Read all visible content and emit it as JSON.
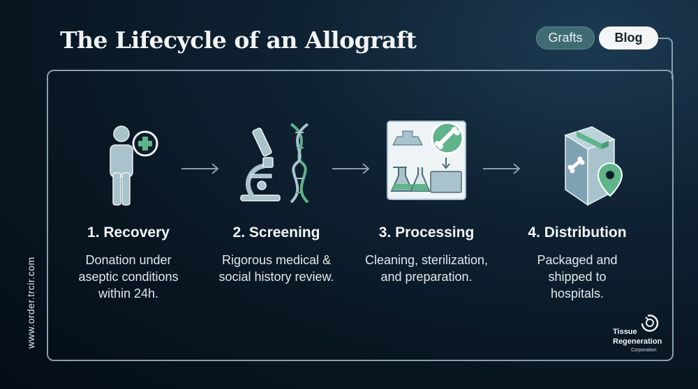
{
  "title": "The Lifecycle of an Allograft",
  "nav": {
    "grafts": "Grafts",
    "blog": "Blog"
  },
  "side_url": "www.order.trcir.com",
  "steps": [
    {
      "heading": "1. Recovery",
      "desc": "Donation under aseptic conditions within 24h.",
      "icon": "person-plus-icon"
    },
    {
      "heading": "2. Screening",
      "desc": "Rigorous medical & social history review.",
      "icon": "microscope-dna-icon"
    },
    {
      "heading": "3. Processing",
      "desc": "Cleaning, sterilization, and preparation.",
      "icon": "lab-bone-icon"
    },
    {
      "heading": "4. Distribution",
      "desc": "Packaged and shipped to hospitals.",
      "icon": "package-pin-icon"
    }
  ],
  "logo": {
    "line1": "Tissue",
    "line2": "Regeneration",
    "line3": "Corporation"
  },
  "colors": {
    "teal": "#3f6b73",
    "icon_fill": "#a9c3cd",
    "accent_green": "#5fb48a",
    "frame": "#8aa0ae"
  }
}
